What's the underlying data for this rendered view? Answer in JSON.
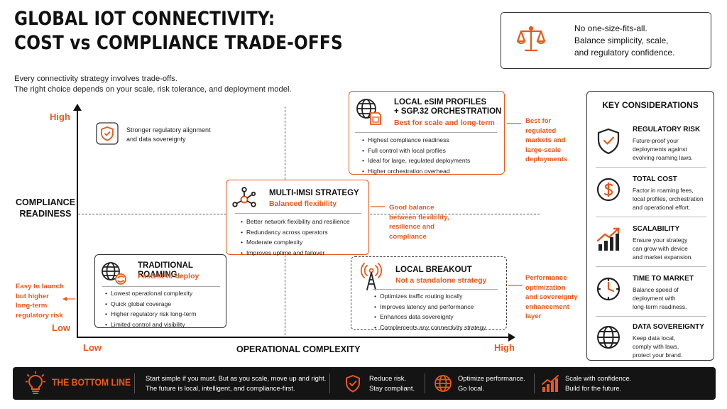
{
  "header": {
    "title_line1": "GLOBAL IOT CONNECTIVITY:",
    "title_line2": "COST vs COMPLIANCE TRADE-OFFS",
    "subtitle_line1": "Every connectivity strategy involves trade-offs.",
    "subtitle_line2": "The right choice depends on your scale, risk tolerance, and deployment model."
  },
  "note": {
    "line1": "No one-size-fits-all.",
    "line2": "Balance simplicity, scale,",
    "line3": "and regulatory confidence.",
    "icon": "scale-icon"
  },
  "axes": {
    "y_label_line1": "COMPLIANCE",
    "y_label_line2": "READINESS",
    "y_high": "High",
    "y_low": "Low",
    "x_label": "OPERATIONAL COMPLEXITY",
    "x_low": "Low",
    "x_high": "High"
  },
  "corner_note": {
    "line1": "Stronger regulatory alignment",
    "line2": "and data sovereignty",
    "icon": "shield-check-icon"
  },
  "cards": {
    "esim": {
      "title_line1": "LOCAL eSIM PROFILES",
      "title_line2": "+ SGP.32 ORCHESTRATION",
      "subtitle": "Best for scale and long-term",
      "items": [
        "Highest compliance readiness",
        "Full control with local profiles",
        "Ideal for large, regulated deployments",
        "Higher orchestration overhead"
      ]
    },
    "multi": {
      "title": "MULTI-IMSI STRATEGY",
      "subtitle": "Balanced flexibility",
      "items": [
        "Better network flexibility and resilience",
        "Redundancy across operators",
        "Moderate complexity",
        "Improves uptime and failover"
      ]
    },
    "roaming": {
      "title": "TRADITIONAL ROAMING",
      "subtitle": "Fastest to deploy",
      "items": [
        "Lowest operational complexity",
        "Quick global coverage",
        "Higher regulatory risk long-term",
        "Limited control and visibility"
      ]
    },
    "breakout": {
      "title": "LOCAL BREAKOUT",
      "subtitle": "Not a standalone strategy",
      "items": [
        "Optimizes traffic routing locally",
        "Improves latency and performance",
        "Enhances data sovereignty",
        "Complements any connectivity strategy"
      ]
    }
  },
  "side_notes": {
    "esim": [
      "Best for",
      "regulated",
      "markets and",
      "large-scale",
      "deployments"
    ],
    "multi": [
      "Good balance",
      "between flexibility,",
      "resilience and",
      "compliance"
    ],
    "roaming": [
      "Easy to launch",
      "but higher",
      "long-term",
      "regulatory risk"
    ],
    "breakout": [
      "Performance",
      "optimization",
      "and sovereignty",
      "enhancement",
      "layer"
    ]
  },
  "key_considerations": {
    "heading": "KEY CONSIDERATIONS",
    "items": [
      {
        "title": "REGULATORY RISK",
        "desc": [
          "Future-proof your",
          "deployments against",
          "evolving roaming laws."
        ],
        "icon": "shield-check-icon"
      },
      {
        "title": "TOTAL COST",
        "desc": [
          "Factor in roaming fees,",
          "local profiles, orchestration",
          "and operational effort."
        ],
        "icon": "dollar-icon"
      },
      {
        "title": "SCALABILITY",
        "desc": [
          "Ensure your strategy",
          "can grow with device",
          "and market expansion."
        ],
        "icon": "growth-chart-icon"
      },
      {
        "title": "TIME TO MARKET",
        "desc": [
          "Balance speed of",
          "deployment with",
          "long-term readiness."
        ],
        "icon": "clock-icon"
      },
      {
        "title": "DATA SOVEREIGNTY",
        "desc": [
          "Keep data local,",
          "comply with laws,",
          "protect your brand."
        ],
        "icon": "globe-icon"
      }
    ]
  },
  "bottom": {
    "label": "THE BOTTOM LINE",
    "main_line1": "Start simple if you must. But as you scale, move up and right.",
    "main_line2": "The future is local, intelligent, and compliance-first.",
    "b1_line1": "Reduce risk.",
    "b1_line2": "Stay compliant.",
    "b2_line1": "Optimize performance.",
    "b2_line2": "Go local.",
    "b3_line1": "Scale with confidence.",
    "b3_line2": "Build for the future."
  },
  "colors": {
    "accent": "#e8591c",
    "dark": "#141414"
  }
}
